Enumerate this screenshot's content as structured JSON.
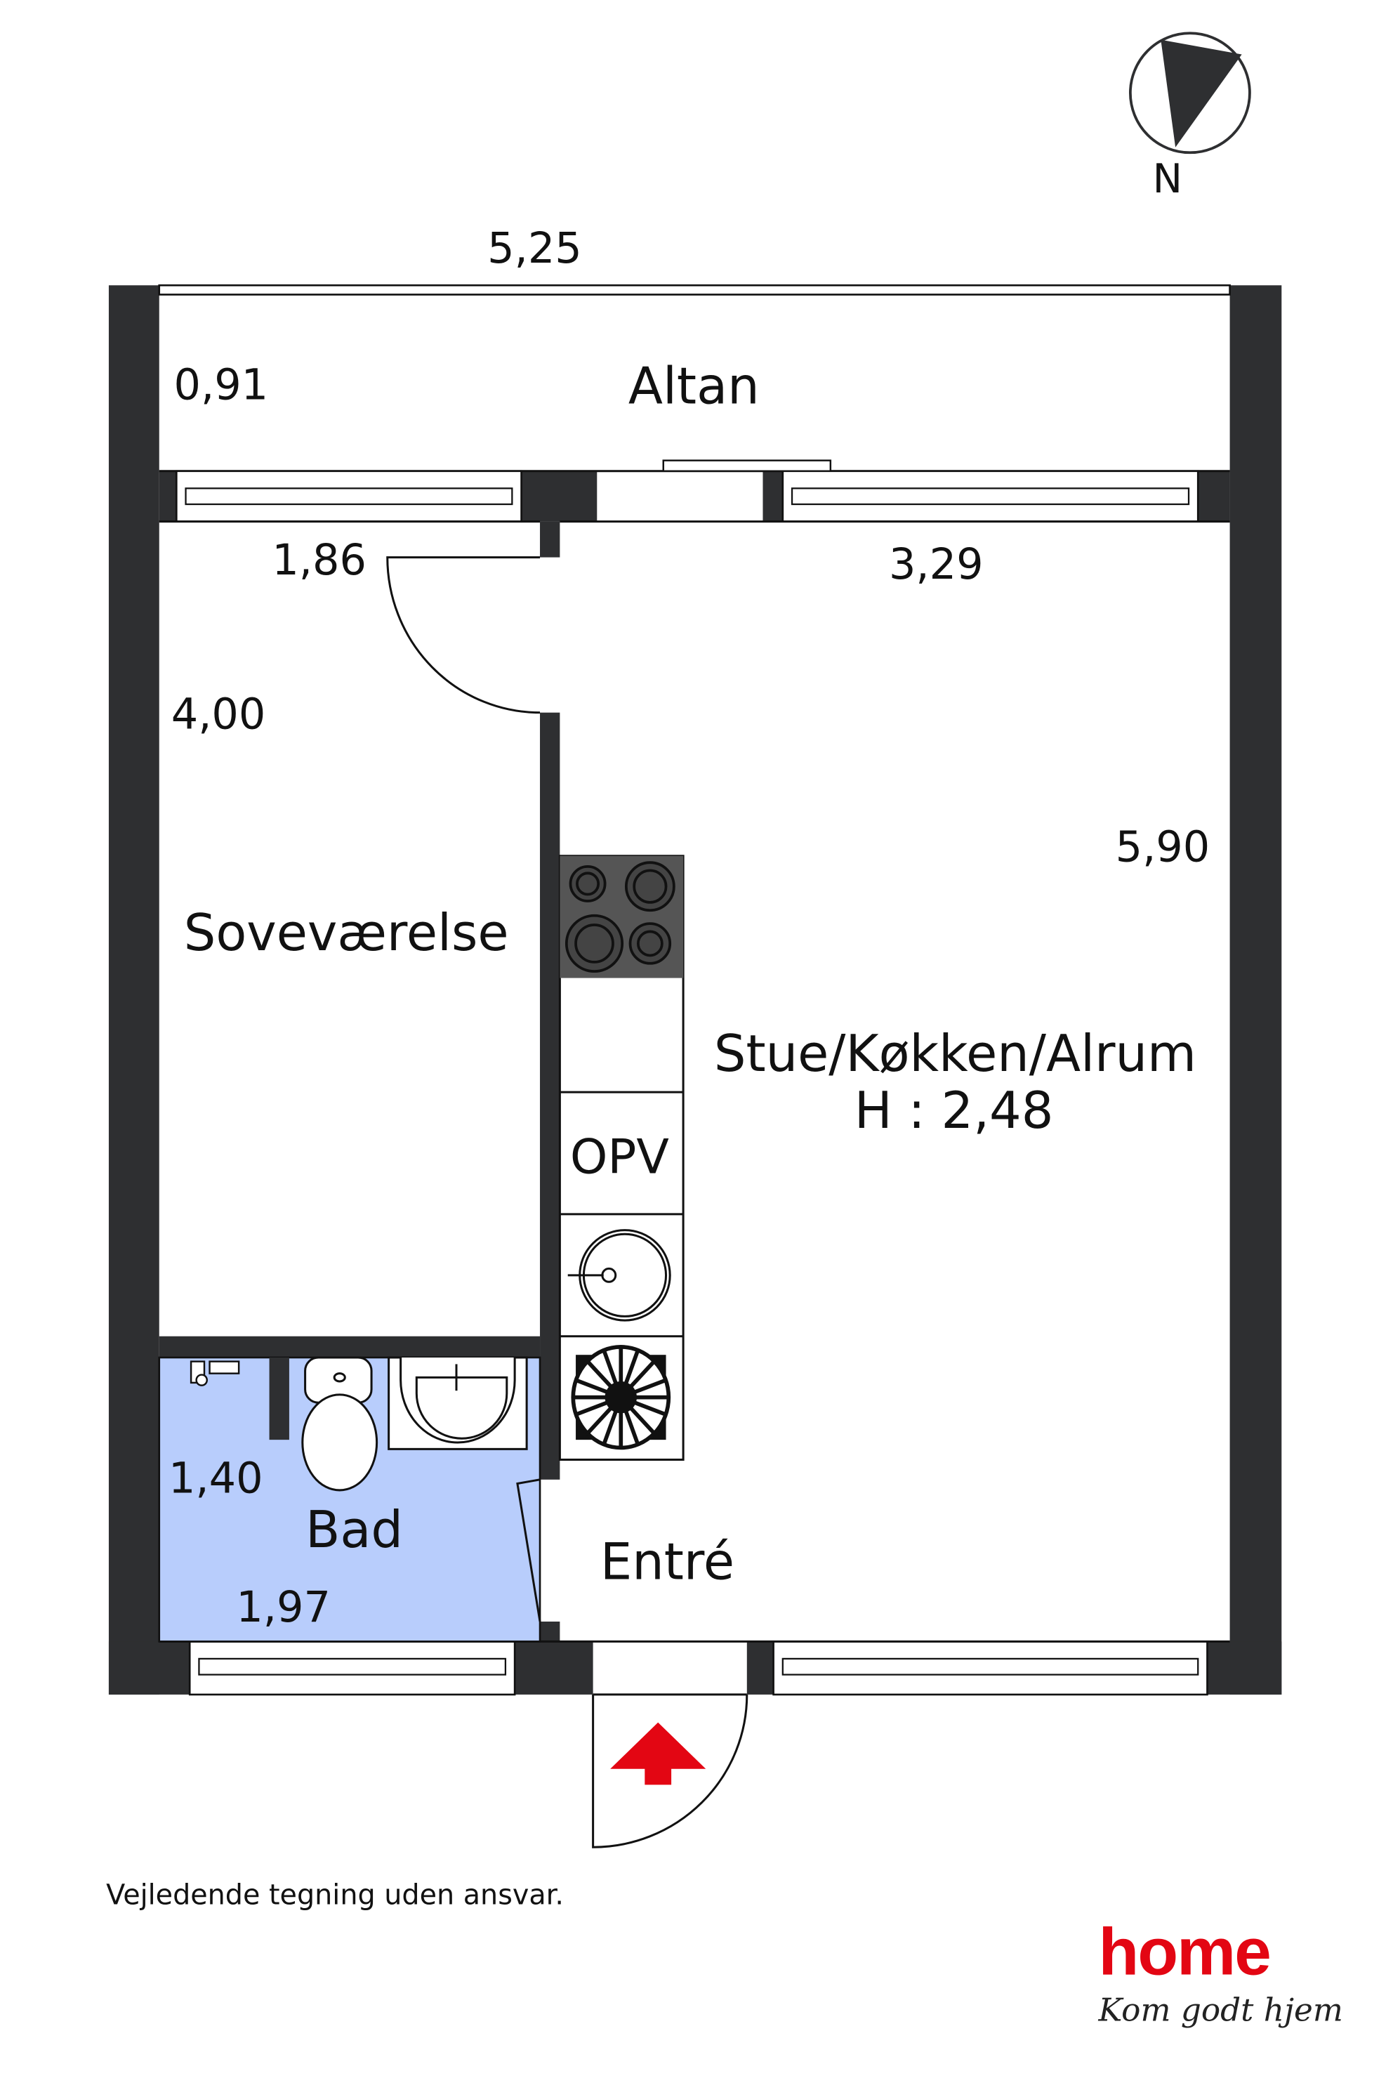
{
  "compass": {
    "label": "N"
  },
  "dimensions": {
    "total_width": "5,25",
    "altan_depth": "0,91",
    "bedroom_width": "1,86",
    "bedroom_depth": "4,00",
    "living_width": "3,29",
    "living_depth": "5,90",
    "bath_depth": "1,40",
    "bath_width": "1,97"
  },
  "rooms": {
    "altan": "Altan",
    "bedroom": "Soveværelse",
    "living": "Stue/Køkken/Alrum",
    "ceiling_height": "H : 2,48",
    "bath": "Bad",
    "entry": "Entré",
    "dishwasher": "OPV"
  },
  "disclaimer": "Vejledende tegning uden ansvar.",
  "brand": {
    "name": "home",
    "tagline": "Kom godt hjem",
    "color": "#e30613"
  },
  "colors": {
    "wall": "#2e2f31",
    "bath_floor": "#b8cdfc",
    "entry_arrow": "#e30613"
  }
}
